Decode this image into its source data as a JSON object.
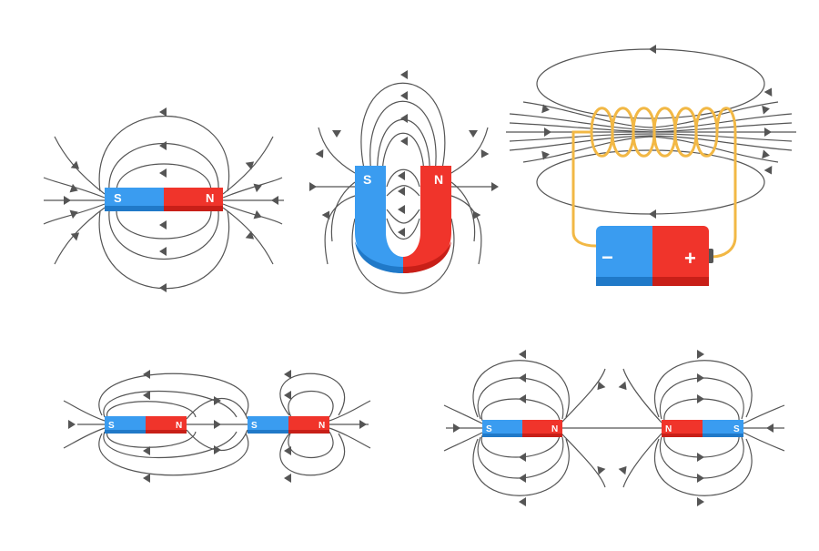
{
  "colors": {
    "north": "#f0342b",
    "north_dark": "#c81f18",
    "south": "#3a9cf0",
    "south_dark": "#2079c8",
    "line": "#555555",
    "arrow": "#555555",
    "coil": "#f2b845",
    "label": "#ffffff"
  },
  "diagrams": {
    "bar_magnet": {
      "south_label": "S",
      "north_label": "N"
    },
    "horseshoe_magnet": {
      "south_label": "S",
      "north_label": "N"
    },
    "solenoid": {
      "negative_label": "−",
      "positive_label": "+"
    },
    "attracting_pair": {
      "left_south": "S",
      "left_north": "N",
      "right_south": "S",
      "right_north": "N"
    },
    "repelling_pair": {
      "left_south": "S",
      "left_north": "N",
      "right_north": "N",
      "right_south": "S"
    }
  }
}
